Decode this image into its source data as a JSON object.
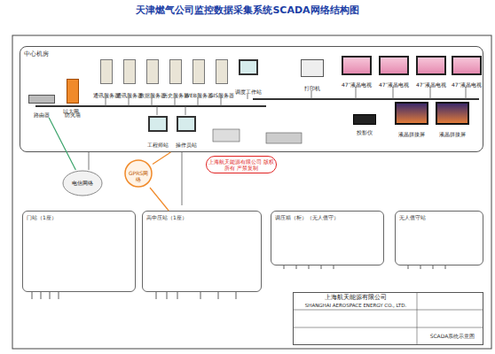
{
  "diagram": {
    "title": "天津燃气公司监控数据采集系统SCADA网络结构图",
    "nodes": [
      {
        "text": [
          "中心机房"
        ]
      },
      {
        "text": [
          "路由器"
        ],
        "in": 0
      },
      {
        "text": [
          "防火墙"
        ],
        "in": 0
      },
      {
        "text": [
          "通讯服务器"
        ],
        "in": 0
      },
      {
        "text": [
          "通讯服务器"
        ],
        "in": 0
      },
      {
        "text": [
          "数据服务器"
        ],
        "in": 0
      },
      {
        "text": [
          "历史服务器"
        ],
        "in": 0
      },
      {
        "text": [
          "WEB服务器"
        ],
        "in": 0
      },
      {
        "text": [
          "GIS服务器"
        ],
        "in": 0
      },
      {
        "text": [
          "工程师站"
        ],
        "in": 0
      },
      {
        "text": [
          "操作员站"
        ],
        "in": 0
      },
      {
        "text": [
          "调度工作站"
        ],
        "in": 0
      },
      {
        "text": [
          "打印机"
        ],
        "in": 0
      },
      {
        "text": [
          "47″液晶电视"
        ],
        "in": 0
      },
      {
        "text": [
          "47″液晶电视"
        ],
        "in": 0
      },
      {
        "text": [
          "47″液晶电视"
        ],
        "in": 0
      },
      {
        "text": [
          "47″液晶电视"
        ],
        "in": 0
      },
      {
        "text": [
          "投影仪"
        ],
        "in": 0
      },
      {
        "text": [
          "液晶拼接屏"
        ],
        "in": 0
      },
      {
        "text": [
          "液晶拼接屏"
        ],
        "in": 0
      },
      {
        "text": [
          "电信网络"
        ]
      },
      {
        "text": [
          "GPRS网络"
        ]
      },
      {
        "text": [
          "门站（1座）"
        ]
      },
      {
        "text": [
          "高中压站（1座）"
        ]
      },
      {
        "text": [
          "调压箱（柜）（无人值守）"
        ]
      },
      {
        "text": [
          "无人值守站"
        ]
      },
      {
        "text": [
          "上海航天能源有限公司",
          "SHANGHAI AEROSPACE ENERGY CO., LTD."
        ]
      }
    ],
    "edges": [
      {
        "from": 1,
        "to": 20,
        "arrow": "none"
      },
      {
        "from": 0,
        "to": 21,
        "arrow": "none"
      },
      {
        "from": 21,
        "to": 23,
        "arrow": "none"
      }
    ],
    "labels": [
      "上海航天能源有限公司 版权所有 严禁复制",
      "SCADA系统示意图",
      "以太网"
    ]
  }
}
